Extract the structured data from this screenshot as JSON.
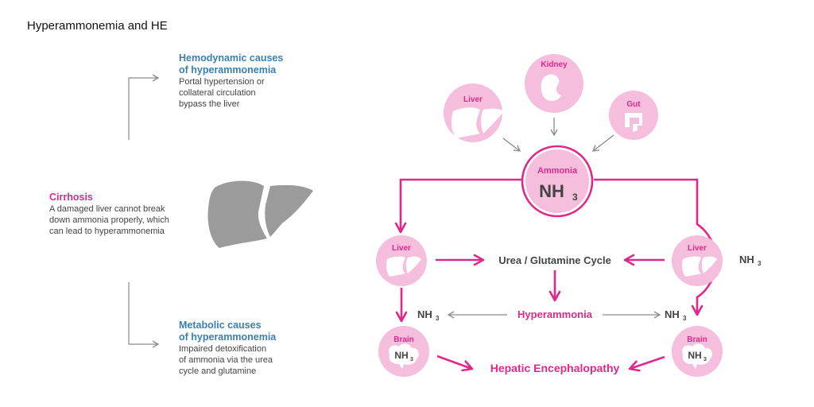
{
  "title": "Hyperammonemia and HE",
  "left": {
    "hemodynamic": {
      "title_line1": "Hemodynamic causes",
      "title_line2": "of hyperammonemia",
      "body": [
        "Portal hypertension or",
        "collateral circulation",
        "bypass the liver"
      ]
    },
    "cirrhosis": {
      "title": "Cirrhosis",
      "body": [
        "A damaged liver cannot break",
        "down ammonia properly, which",
        "can lead to hyperammonemia"
      ]
    },
    "metabolic": {
      "title_line1": "Metabolic causes",
      "title_line2": "of hyperammonemia",
      "body": [
        "Impaired detoxification",
        "of ammonia via the urea",
        "cycle and glutamine"
      ]
    }
  },
  "diagram": {
    "sources": {
      "kidney": "Kidney",
      "liver": "Liver",
      "gut": "Gut"
    },
    "ammonia": {
      "label": "Ammonia",
      "formula": "NH",
      "subscript": "3"
    },
    "liver_left": "Liver",
    "liver_right": "Liver",
    "cycle": "Urea / Glutamine Cycle",
    "hyperammonia": "Hyperammonia",
    "nh3_side": "NH",
    "nh3_sub": "3",
    "brain_left": "Brain",
    "brain_right": "Brain",
    "outcome": "Hepatic Encephalopathy"
  },
  "colors": {
    "pink": "#e0288c",
    "pink_light": "#f5bedc",
    "blue": "#3a7fb0",
    "gray": "#9a9a9a",
    "dark": "#444444"
  }
}
